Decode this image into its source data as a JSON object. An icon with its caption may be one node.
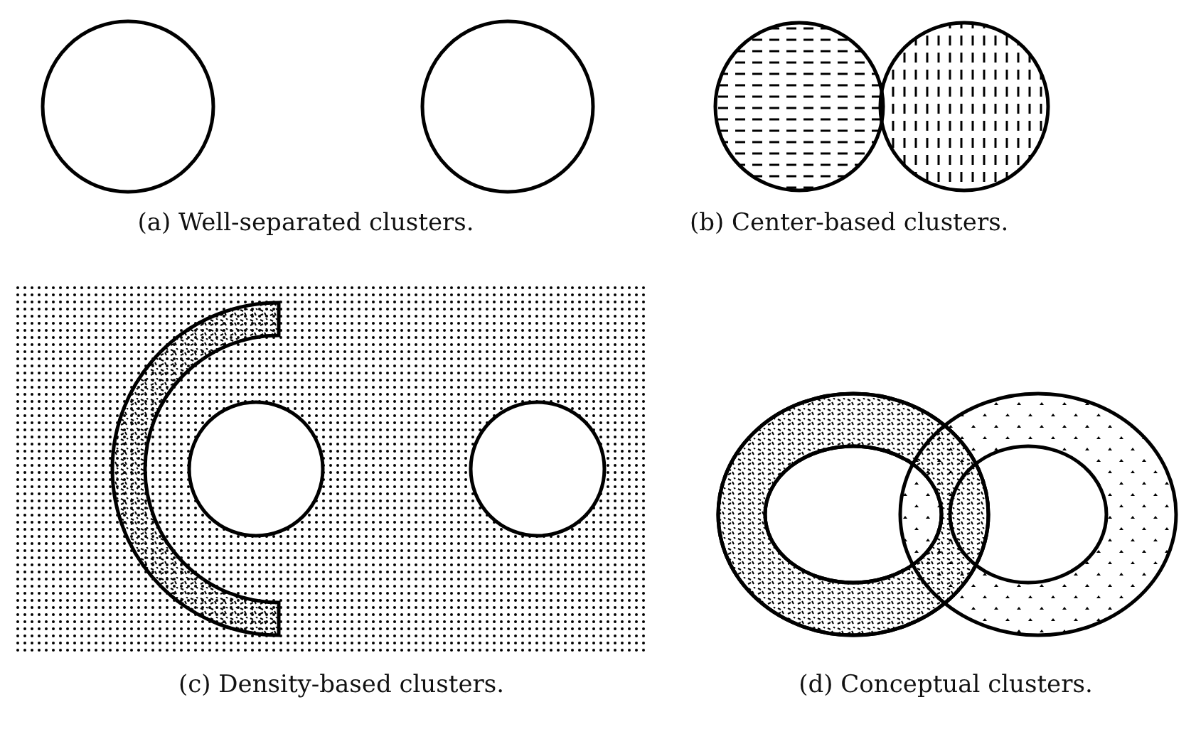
{
  "diagram": {
    "labels": [
      "(a) Well-separated clusters.",
      "(b) Center-based clusters.",
      "(c) Density-based clusters.",
      "(d) Conceptual clusters."
    ]
  }
}
